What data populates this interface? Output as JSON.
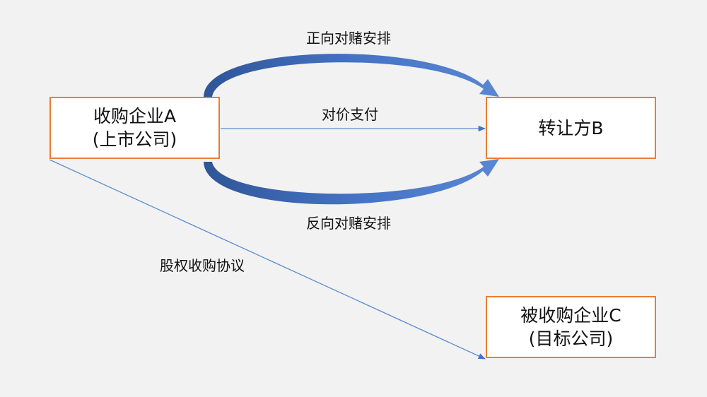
{
  "nodes": {
    "acquirer": {
      "name": "收购企业A",
      "note": "(上市公司)"
    },
    "transferor": {
      "name": "转让方B"
    },
    "target": {
      "name": "被收购企业C",
      "note": "(目标公司)"
    }
  },
  "edges": {
    "forward_vam": {
      "label": "正向对赌安排"
    },
    "payment": {
      "label": "对价支付"
    },
    "reverse_vam": {
      "label": "反向对赌安排"
    },
    "equity_agreement": {
      "label": "股权收购协议"
    }
  },
  "colors": {
    "box_border": "#ed7d31",
    "arrow_blue": "#4472c4",
    "line_blue": "#5b8bd0",
    "background": "#f2f2f2"
  }
}
